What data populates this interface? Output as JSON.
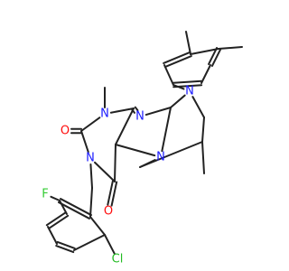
{
  "molecule": {
    "colors": {
      "bond": "#222222",
      "N": "#1a1aff",
      "O": "#ff0d0d",
      "F": "#33cc33",
      "Cl": "#22bb22"
    },
    "atoms": {
      "F": {
        "text": "F",
        "element": "F"
      },
      "N9": {
        "text": "N",
        "element": "N"
      },
      "O2": {
        "text": "O",
        "element": "O"
      },
      "N1": {
        "text": "N",
        "element": "N"
      },
      "N7": {
        "text": "N",
        "element": "N"
      },
      "N3": {
        "text": "N",
        "element": "N"
      },
      "N8": {
        "text": "N",
        "element": "N"
      },
      "O4": {
        "text": "O",
        "element": "O"
      },
      "Cl": {
        "text": "Cl",
        "element": "Cl"
      }
    }
  }
}
